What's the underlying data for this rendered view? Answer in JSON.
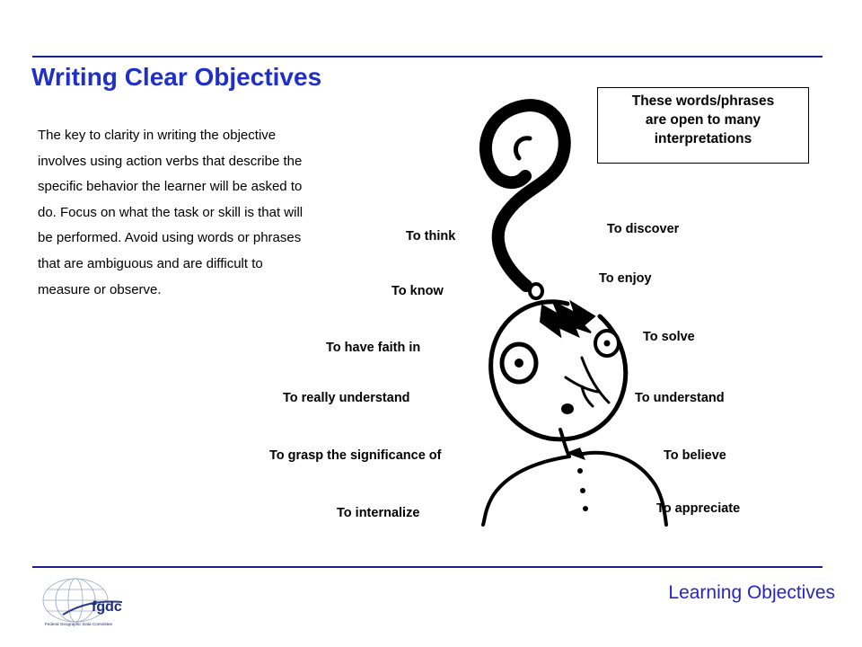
{
  "title": "Writing Clear Objectives",
  "body_text": "The key to clarity in writing the objective involves using action verbs that describe the specific behavior the learner will be asked to do.  Focus on what the task or skill is that will be performed. Avoid using words or phrases that are ambiguous and are difficult to measure or observe.",
  "callout": {
    "line1": "These words/phrases",
    "line2": "are open to many",
    "line3": "interpretations"
  },
  "phrases": {
    "to_think": "To think",
    "to_know": "To know",
    "to_have_faith_in": "To have faith in",
    "to_really_understand": "To really understand",
    "to_grasp": "To grasp the significance of",
    "to_internalize": "To internalize",
    "to_discover": "To discover",
    "to_enjoy": "To enjoy",
    "to_solve": "To solve",
    "to_understand": "To understand",
    "to_believe": "To believe",
    "to_appreciate": "To appreciate"
  },
  "footer": {
    "section_label": "Learning Objectives",
    "logo_text": "fgdc",
    "logo_subtext": "Federal Geographic Data Committee"
  },
  "colors": {
    "title": "#1f2fc8",
    "rule": "#1a1f8c",
    "footer_label": "#2626c4"
  }
}
